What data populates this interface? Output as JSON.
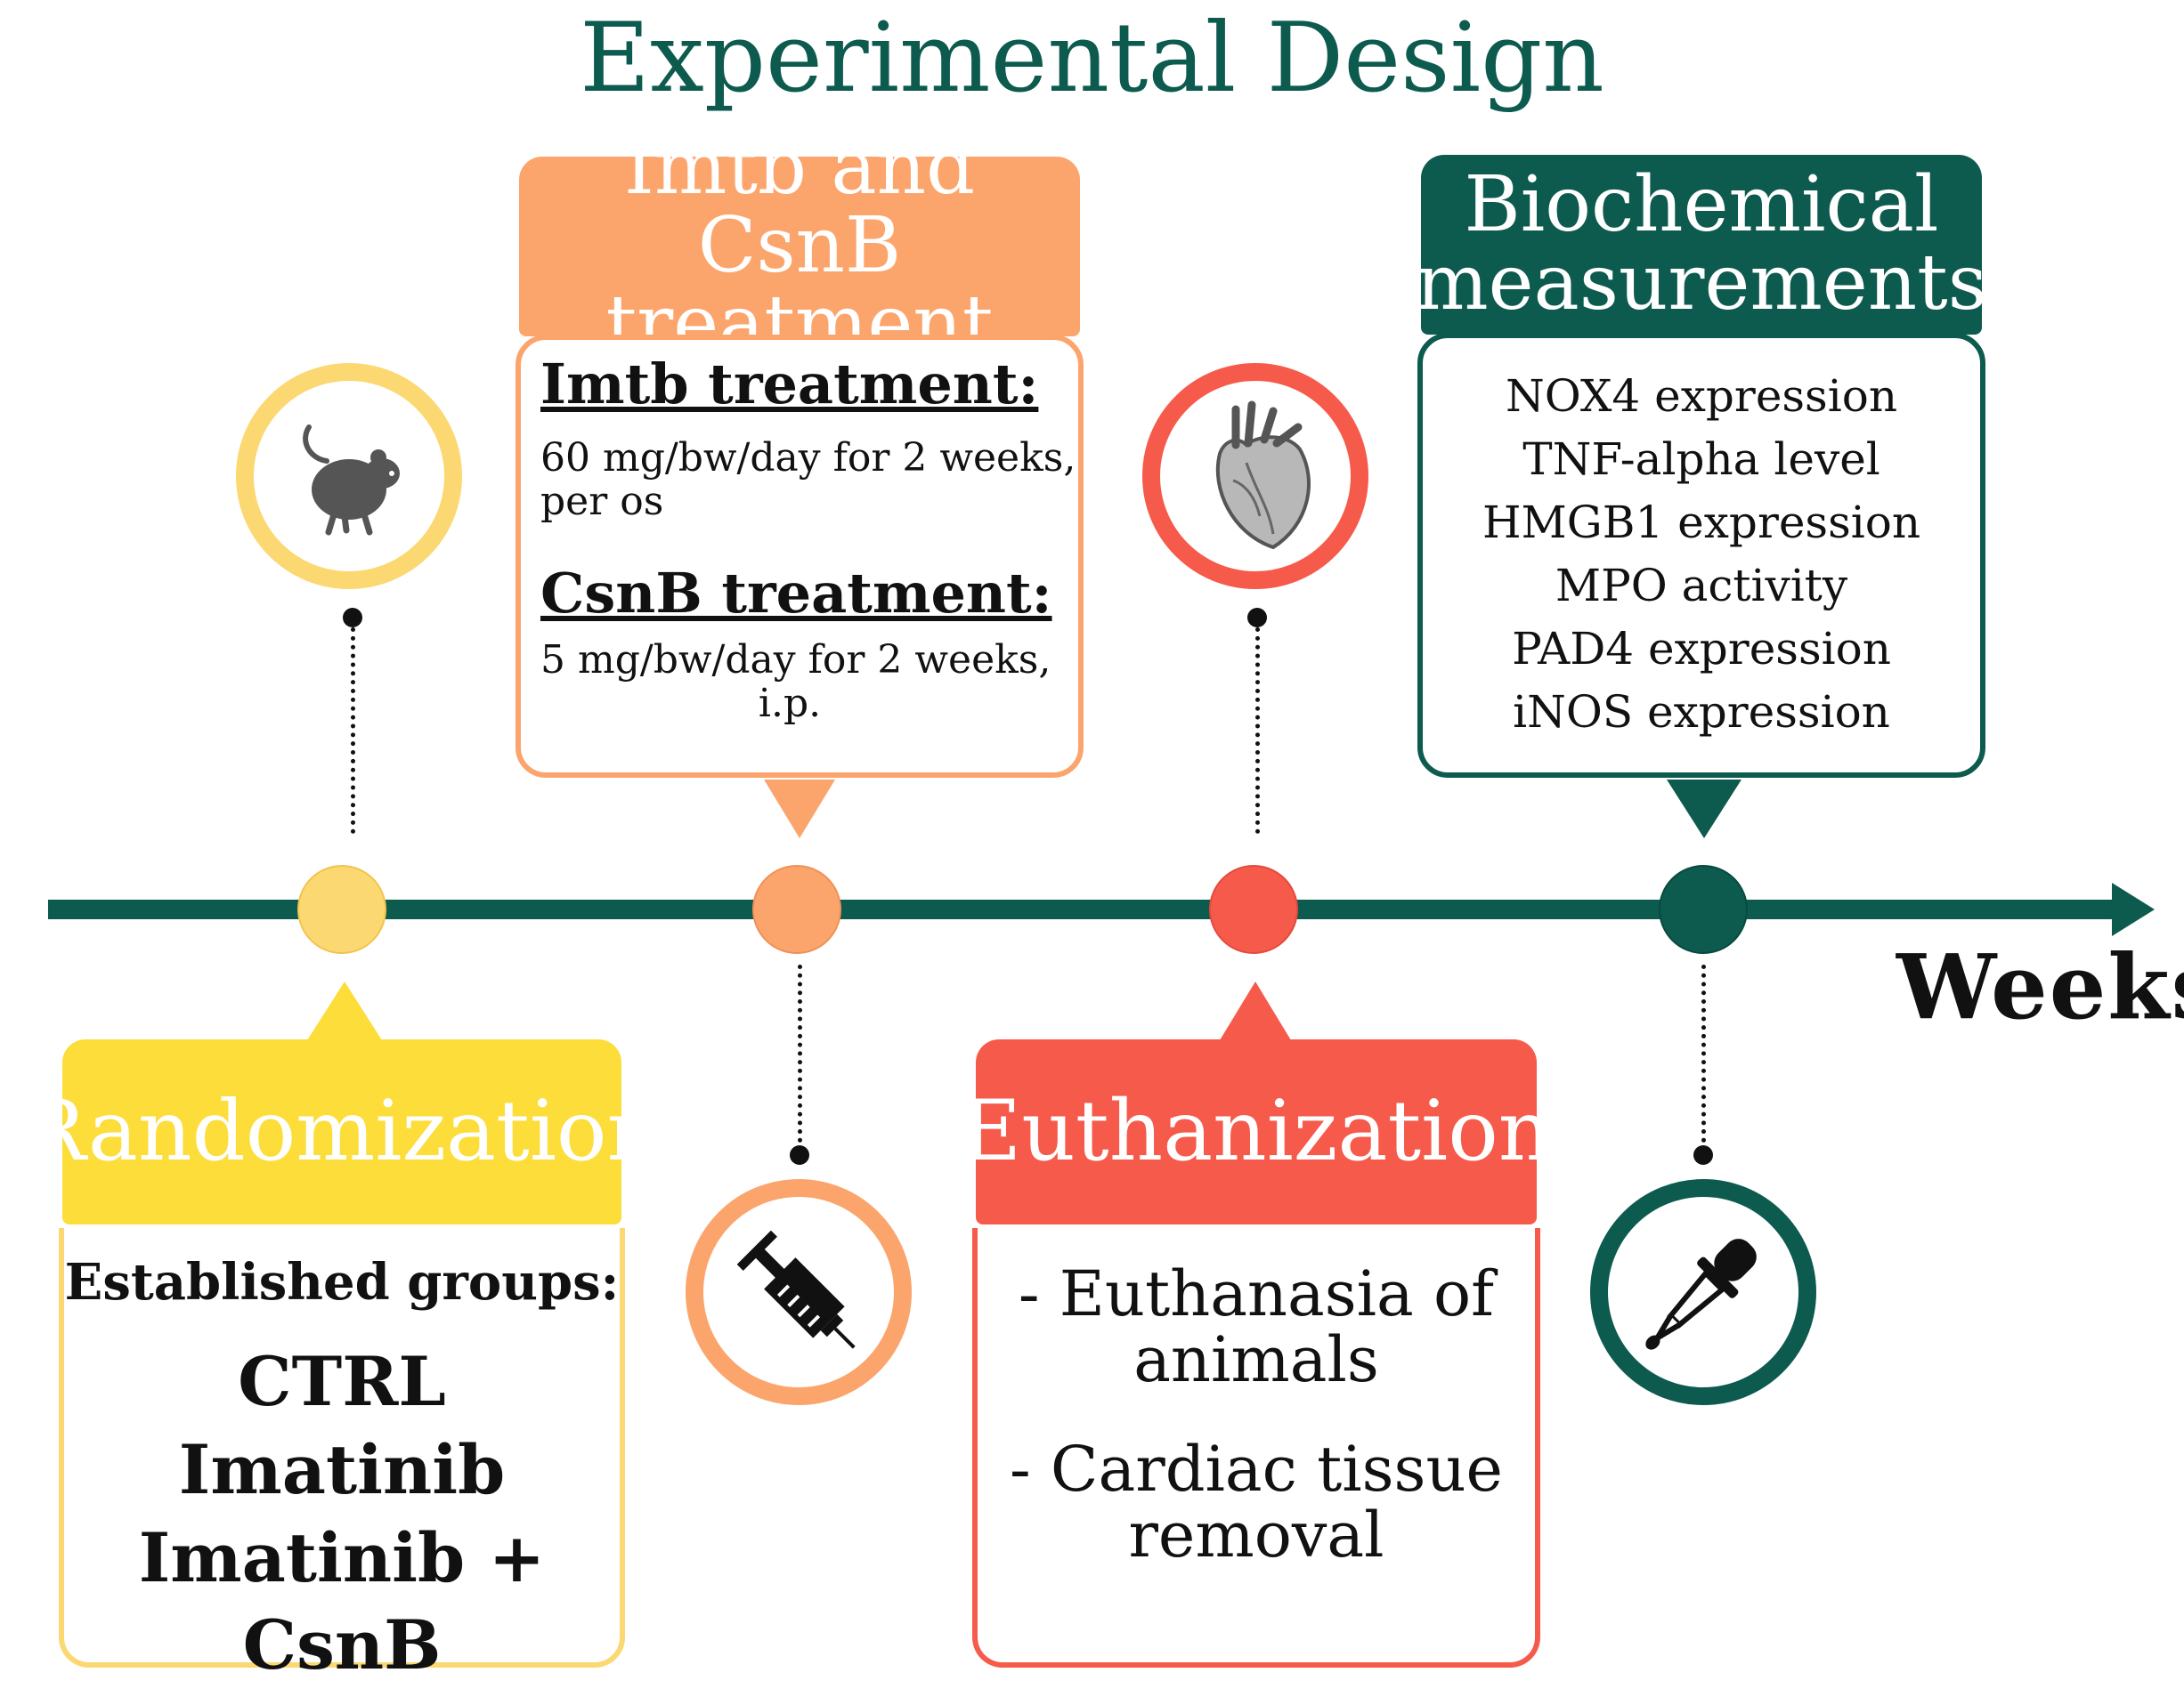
{
  "title": "Experimental Design",
  "axis_label": "Weeks",
  "colors": {
    "teal": "#0d5a4e",
    "yellow": "#fcdd3a",
    "yellow_light": "#fcd872",
    "orange": "#fba56d",
    "red": "#f65a4b"
  },
  "stages": {
    "randomization": {
      "header": "Randomization",
      "box_heading": "Established groups:",
      "groups": [
        "CTRL",
        "Imatinib",
        "Imatinib + CsnB"
      ],
      "icon": "mouse-icon"
    },
    "treatment": {
      "header_line1": "Imtb and CsnB",
      "header_line2": "treatment",
      "imtb_heading": "Imtb treatment:",
      "imtb_line1": "60 mg/bw/day for 2 weeks,",
      "imtb_line2": "per os",
      "csnb_heading": "CsnB treatment:",
      "csnb_line1": "5 mg/bw/day for 2 weeks,",
      "csnb_line2": "i.p.",
      "icon": "syringe-icon"
    },
    "euthanization": {
      "header": "Euthanization",
      "item1_line1": "- Euthanasia of",
      "item1_line2": "animals",
      "item2_line1": "- Cardiac tissue",
      "item2_line2": "removal",
      "icon": "heart-icon"
    },
    "biochemical": {
      "header_line1": "Biochemical",
      "header_line2": "measurements",
      "measurements": [
        "NOX4 expression",
        "TNF-alpha level",
        "HMGB1 expression",
        "MPO activity",
        "PAD4 expression",
        "iNOS expression"
      ],
      "icon": "dropper-icon"
    }
  }
}
